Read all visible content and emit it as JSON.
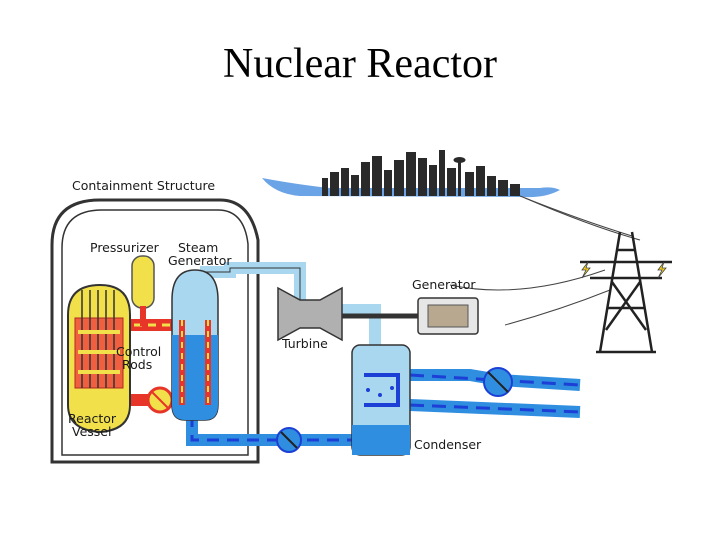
{
  "title": "Nuclear Reactor",
  "labels": {
    "containment": "Containment Structure",
    "pressurizer": "Pressurizer",
    "steam_generator_1": "Steam",
    "steam_generator_2": "Generator",
    "control_rods_1": "Control",
    "control_rods_2": "Rods",
    "reactor_vessel_1": "Reactor",
    "reactor_vessel_2": "Vessel",
    "turbine": "Turbine",
    "generator": "Generator",
    "condenser": "Condenser"
  },
  "colors": {
    "primary_loop": "#e8352a",
    "reactor_core": "#f1e04a",
    "steam": "#a9d7f0",
    "water": "#2f8ee0",
    "flow_dash": "#1c3fd6",
    "containment_outline": "#333333",
    "city": "#2a2a2a",
    "sky": "#6aa3e6"
  }
}
